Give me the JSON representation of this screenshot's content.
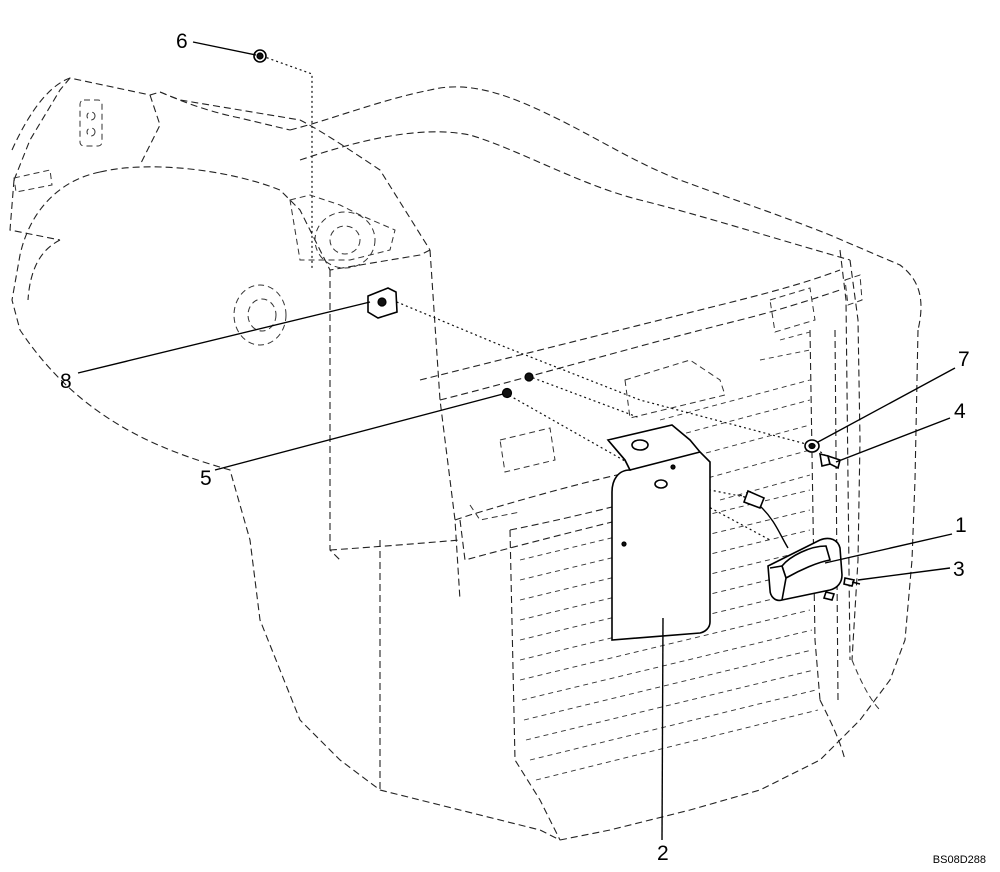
{
  "callouts": [
    {
      "id": "1",
      "label": "1"
    },
    {
      "id": "2",
      "label": "2"
    },
    {
      "id": "3",
      "label": "3"
    },
    {
      "id": "4",
      "label": "4"
    },
    {
      "id": "5",
      "label": "5"
    },
    {
      "id": "6",
      "label": "6"
    },
    {
      "id": "7",
      "label": "7"
    },
    {
      "id": "8",
      "label": "8"
    }
  ],
  "drawing_code": "BS08D288"
}
